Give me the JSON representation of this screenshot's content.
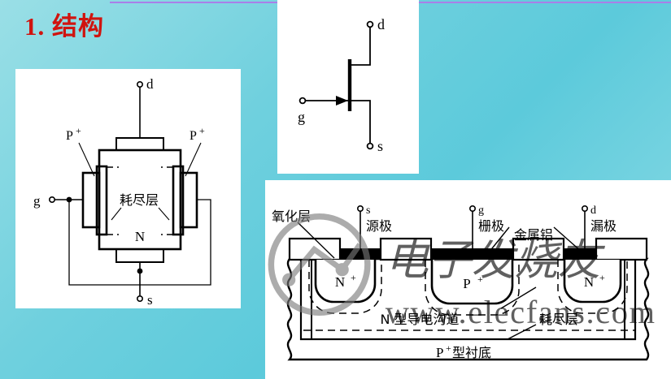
{
  "slide": {
    "title": "1. 结构",
    "title_color": "#d0140f",
    "background_color": "#6fd0de",
    "accent_rule_color": "#a97fe8"
  },
  "jfet_structure": {
    "name": "jfet-cross-section",
    "terminals": {
      "drain": "d",
      "gate": "g",
      "source": "s"
    },
    "regions": {
      "gate_left": "P",
      "gate_left_sup": "+",
      "gate_right": "P",
      "gate_right_sup": "+",
      "channel": "N",
      "depletion": "耗尽层"
    }
  },
  "jfet_symbol": {
    "name": "n-channel-jfet-symbol",
    "terminals": {
      "drain": "d",
      "gate": "g",
      "source": "s"
    }
  },
  "mosfet_structure": {
    "name": "mosfet-cross-section",
    "terminals": {
      "source": "s",
      "gate": "g",
      "drain": "d"
    },
    "labels": {
      "oxide": "氧化层",
      "source_electrode": "源极",
      "gate_electrode": "栅极",
      "aluminum": "金属铝",
      "drain_electrode": "漏极",
      "channel": "N 型导电沟道",
      "depletion": "耗尽层",
      "substrate": "P",
      "substrate_sup": "+",
      "substrate_tail": "型衬底"
    },
    "wells": {
      "source_well": "N",
      "source_well_sup": "+",
      "gate_well": "P",
      "gate_well_sup": "+",
      "drain_well": "N",
      "drain_well_sup": "+"
    }
  },
  "watermark": {
    "text_cn": "电子发烧友",
    "text_url": "www.elecfans.com"
  }
}
